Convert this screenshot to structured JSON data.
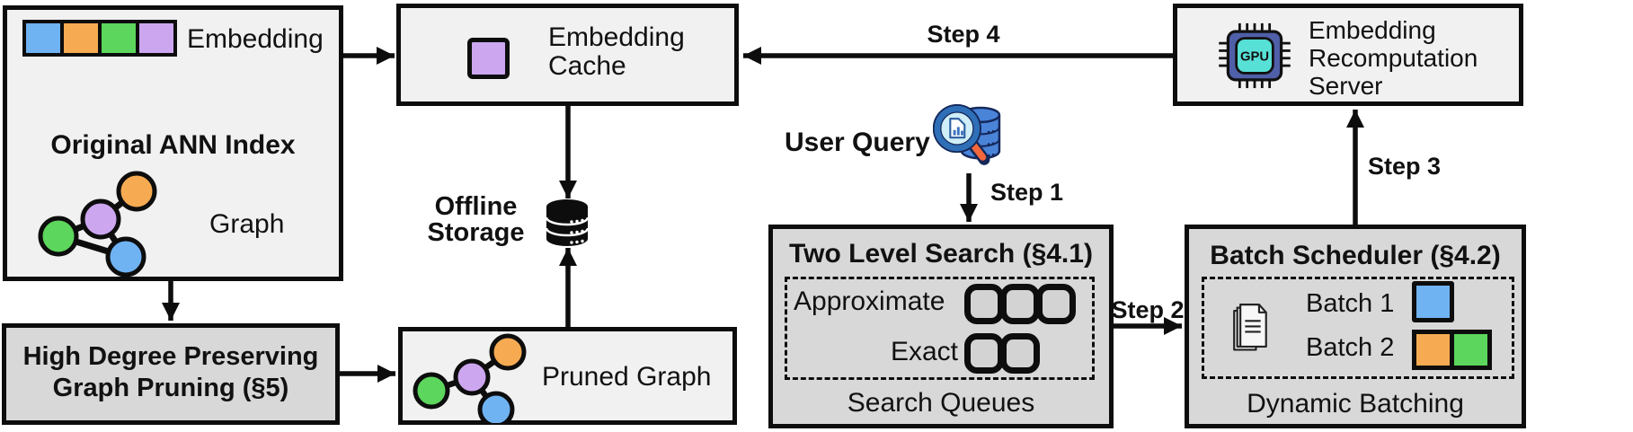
{
  "palette": {
    "box_light_bg": "#f1f1f1",
    "box_dark_bg": "#d8d8d8",
    "outline_black": "#0d0d0d",
    "node_blue": "#6fb3f2",
    "node_orange": "#f6ab52",
    "node_green": "#5cd65c",
    "node_purple": "#cda6f0",
    "slot_gray": "#d3d3d3",
    "gpu_chip_blue": "#4f5fa8",
    "gpu_die_cyan": "#57e0d6",
    "query_db_blue": "#4a84d9",
    "magnifier_rim_blue": "#2e6fb8",
    "magnifier_lens_blue": "#cfeef8",
    "magnifier_handle_orange": "#f4683c"
  },
  "original_ann_index": {
    "embedding_label": "Embedding",
    "title": "Original ANN Index",
    "graph_label": "Graph"
  },
  "graph_pruning": {
    "line1": "High Degree Preserving",
    "line2": "Graph Pruning (§5)"
  },
  "embedding_cache": {
    "line1": "Embedding",
    "line2": "Cache"
  },
  "offline_storage": {
    "line1": "Offline",
    "line2": "Storage"
  },
  "pruned_graph": {
    "label": "Pruned Graph"
  },
  "user_query": {
    "label": "User Query"
  },
  "steps": {
    "s1": "Step 1",
    "s2": "Step 2",
    "s3": "Step 3",
    "s4": "Step 4"
  },
  "two_level_search": {
    "title": "Two Level Search (§4.1)",
    "approximate_label": "Approximate",
    "exact_label": "Exact",
    "approximate_slots": 3,
    "exact_slots": 2,
    "footer": "Search Queues"
  },
  "batch_scheduler": {
    "title": "Batch Scheduler (§4.2)",
    "batch1_label": "Batch 1",
    "batch2_label": "Batch 2",
    "footer": "Dynamic Batching"
  },
  "recomputation_server": {
    "line1": "Embedding",
    "line2": "Recomputation",
    "line3": "Server",
    "gpu_label": "GPU"
  }
}
